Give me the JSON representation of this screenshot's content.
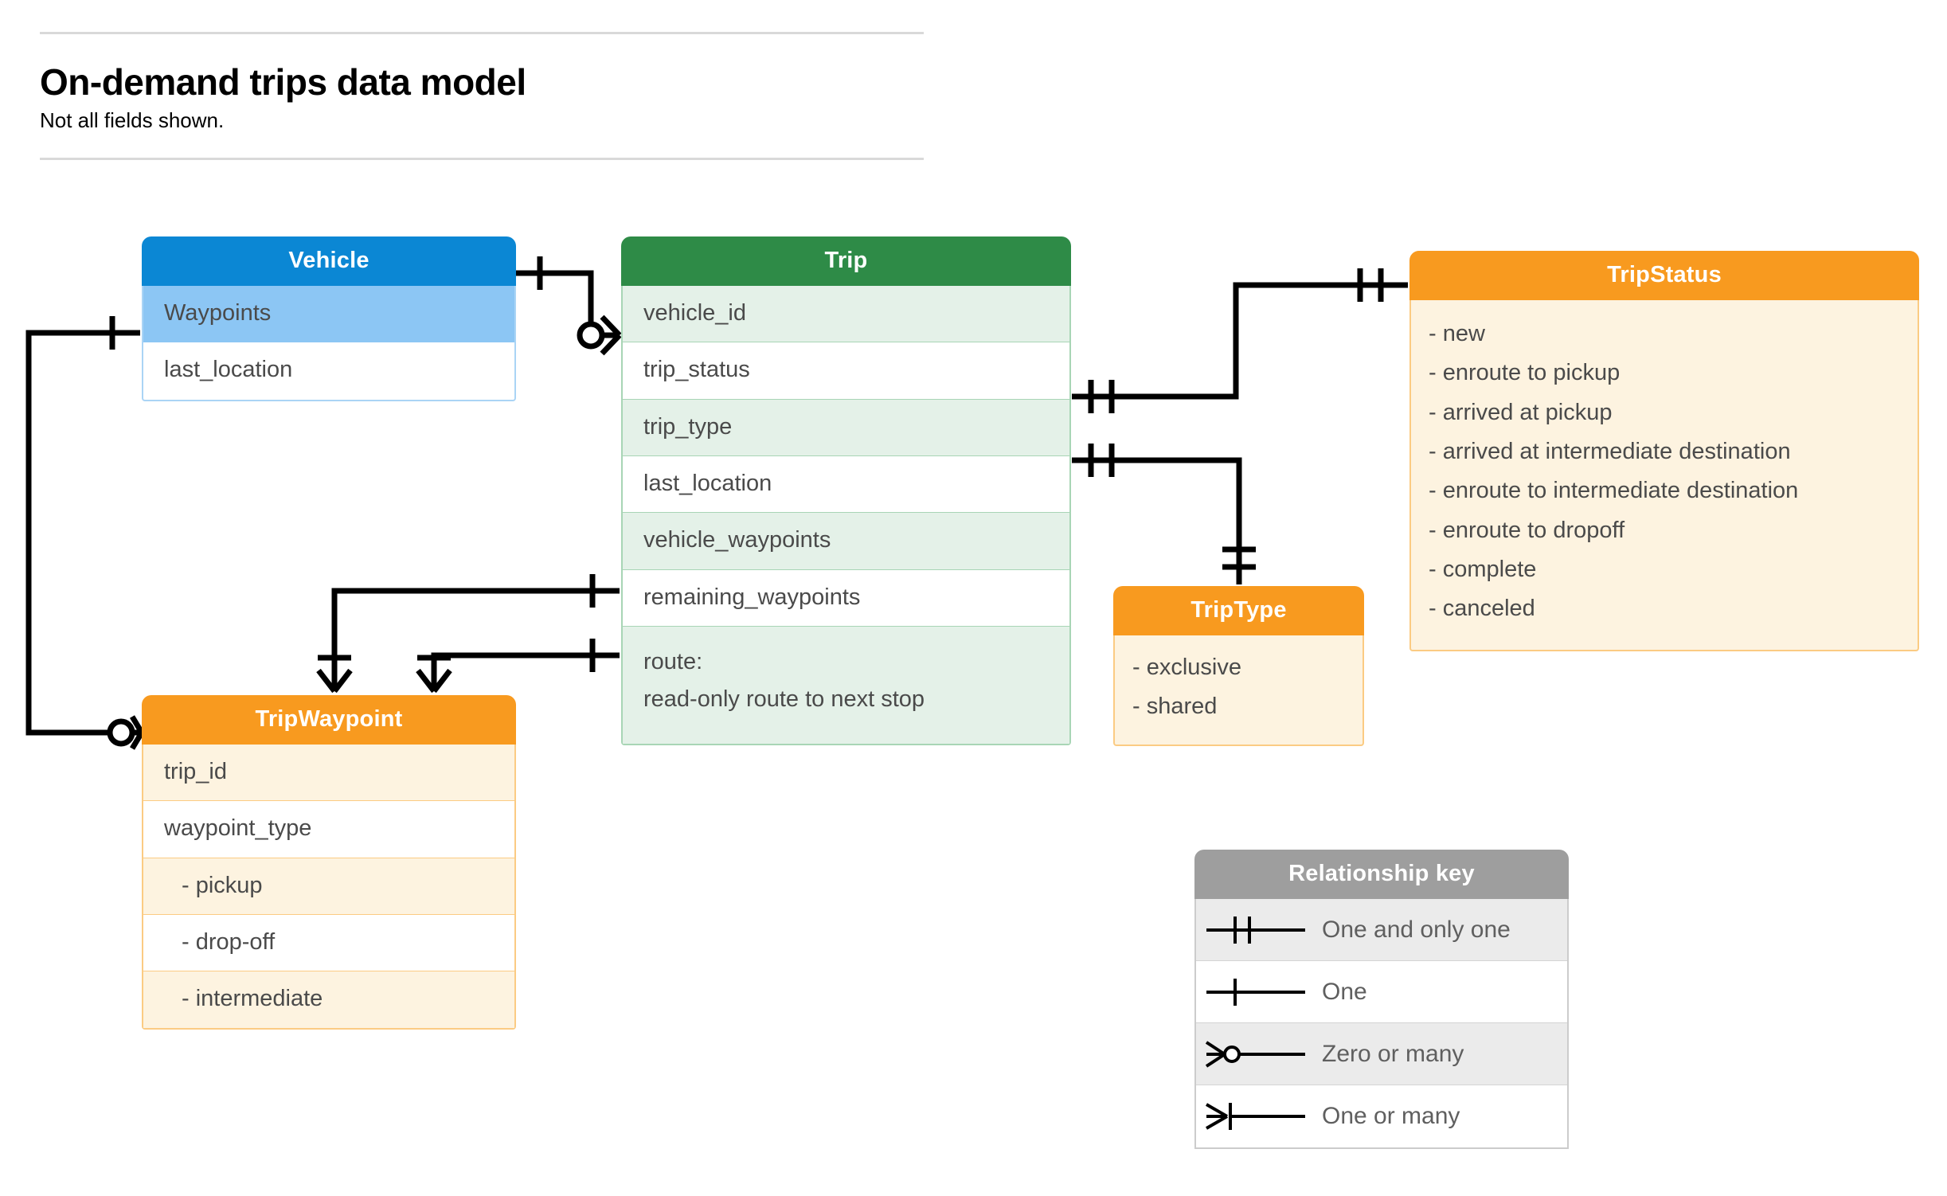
{
  "header": {
    "title": "On-demand trips data model",
    "subtitle": "Not all fields shown."
  },
  "colors": {
    "vehicle_header": "#0B87D4",
    "vehicle_highlight": "#8CC6F4",
    "trip_header": "#2E8B47",
    "trip_row": "#E4F1E8",
    "orange_header": "#F89A1F",
    "orange_row": "#FDF3E0",
    "legend_header": "#9E9E9E",
    "legend_row": "#EBEBEB",
    "connector": "#000000",
    "text": "#4A4A4A"
  },
  "entities": {
    "vehicle": {
      "title": "Vehicle",
      "rows": [
        "Waypoints",
        "last_location"
      ]
    },
    "trip": {
      "title": "Trip",
      "rows": [
        "vehicle_id",
        "trip_status",
        "trip_type",
        "last_location",
        "vehicle_waypoints",
        "remaining_waypoints"
      ],
      "route_label": "route:",
      "route_note": "read-only route to next stop"
    },
    "trip_waypoint": {
      "title": "TripWaypoint",
      "rows": [
        "trip_id",
        "waypoint_type",
        "-  pickup",
        "-  drop-off",
        "-  intermediate"
      ]
    },
    "trip_status": {
      "title": "TripStatus",
      "values": [
        "- new",
        "- enroute to pickup",
        "- arrived at pickup",
        "- arrived at intermediate destination",
        "- enroute to intermediate destination",
        "- enroute to dropoff",
        "- complete",
        "- canceled"
      ]
    },
    "trip_type": {
      "title": "TripType",
      "values": [
        "- exclusive",
        "- shared"
      ]
    }
  },
  "legend": {
    "title": "Relationship key",
    "items": [
      {
        "symbol": "one-and-only-one",
        "label": "One and only one"
      },
      {
        "symbol": "one",
        "label": "One"
      },
      {
        "symbol": "zero-or-many",
        "label": "Zero or many"
      },
      {
        "symbol": "one-or-many",
        "label": "One or many"
      }
    ]
  },
  "relationships": [
    {
      "from": "Vehicle",
      "from_card": "one",
      "to": "Trip.vehicle_id",
      "to_card": "zero-or-many"
    },
    {
      "from": "Vehicle.Waypoints",
      "from_card": "one",
      "to": "TripWaypoint",
      "to_card": "zero-or-many"
    },
    {
      "from": "Trip.trip_status",
      "from_card": "one-and-only-one",
      "to": "TripStatus",
      "to_card": "one-and-only-one"
    },
    {
      "from": "Trip.trip_type",
      "from_card": "one-and-only-one",
      "to": "TripType",
      "to_card": "one-and-only-one"
    },
    {
      "from": "Trip.vehicle_waypoints",
      "from_card": "one",
      "to": "TripWaypoint",
      "to_card": "one-or-many"
    },
    {
      "from": "Trip.remaining_waypoints",
      "from_card": "one",
      "to": "TripWaypoint",
      "to_card": "one-or-many"
    }
  ]
}
